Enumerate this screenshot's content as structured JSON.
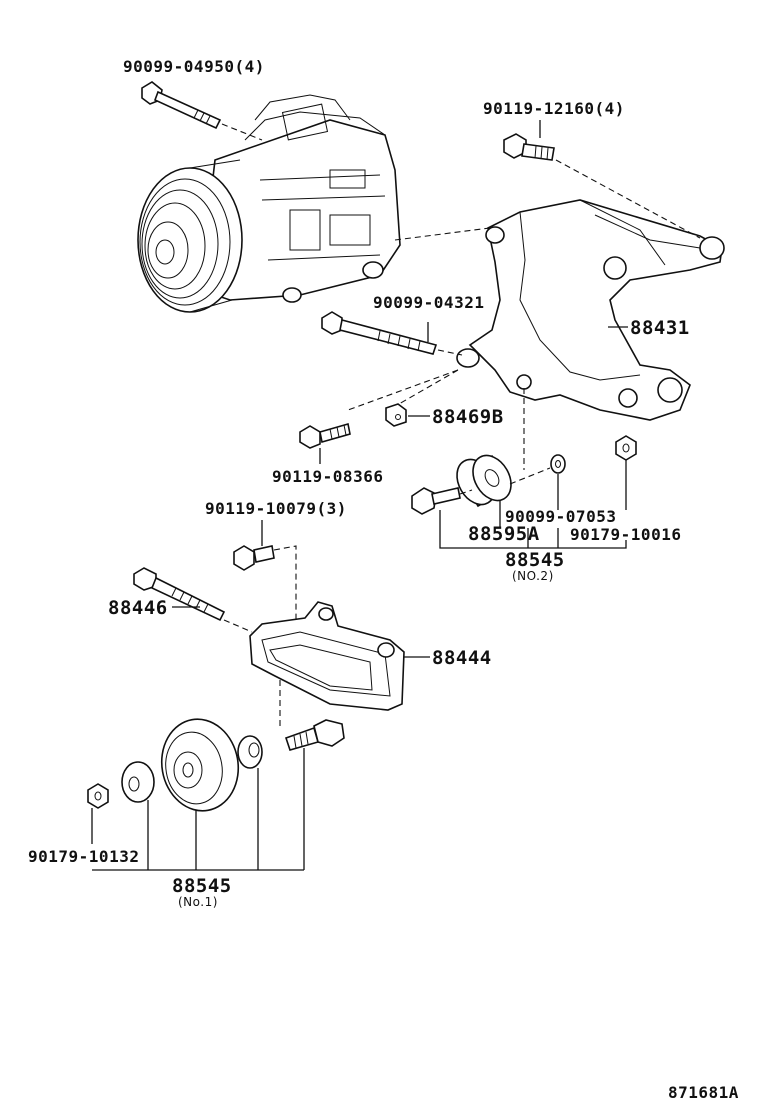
{
  "parts": {
    "bolt_90099_04950": "90099-04950(4)",
    "bolt_90119_12160": "90119-12160(4)",
    "bolt_90099_04321": "90099-04321",
    "bracket_88431": "88431",
    "nut_88469b": "88469B",
    "bolt_90119_08366": "90119-08366",
    "washer_90099_07053": "90099-07053",
    "pulley_88595a": "88595A",
    "nut_90179_10016": "90179-10016",
    "idler_88545_no2": "88545",
    "idler_no2_label": "(NO.2)",
    "bolt_90119_10079": "90119-10079(3)",
    "bolt_88446": "88446",
    "bracket_88444": "88444",
    "nut_90179_10132": "90179-10132",
    "idler_88545_no1": "88545",
    "idler_no1_label": "(No.1)"
  },
  "diagram_code": "871681A"
}
